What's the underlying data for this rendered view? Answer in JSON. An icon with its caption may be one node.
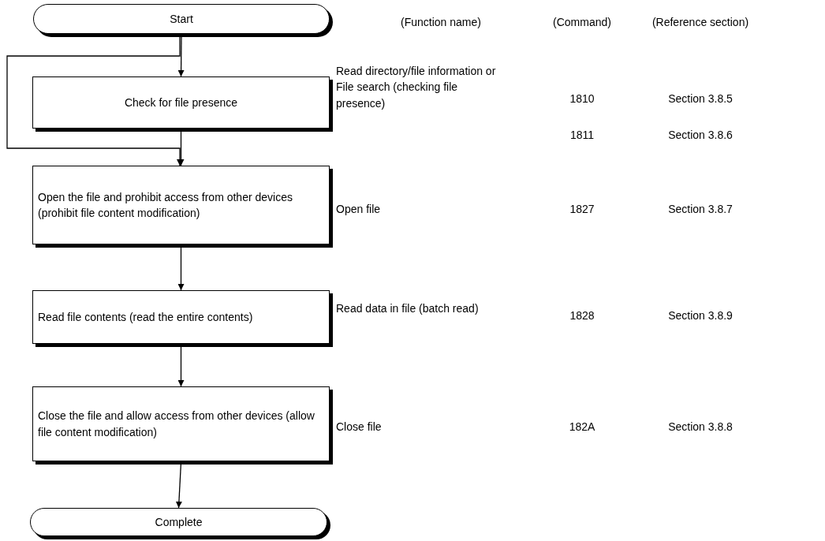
{
  "diagram": {
    "nodes": [
      {
        "text": [
          "Start"
        ]
      },
      {
        "text": [
          "Check for file presence"
        ]
      },
      {
        "text": [
          "Open the file and prohibit access from other devices (prohibit file content modification)"
        ]
      },
      {
        "text": [
          "Read file contents (read the entire contents)"
        ]
      },
      {
        "text": [
          "Close the file and allow access from other devices (allow file content modification)"
        ]
      },
      {
        "text": [
          "Complete"
        ]
      }
    ],
    "edges": [
      {
        "from": 0,
        "to": 1,
        "arrow": "to"
      },
      {
        "from": 0,
        "to": 2,
        "arrow": "to"
      },
      {
        "from": 1,
        "to": 2,
        "arrow": "to"
      },
      {
        "from": 2,
        "to": 3,
        "arrow": "to"
      },
      {
        "from": 3,
        "to": 4,
        "arrow": "to"
      },
      {
        "from": 4,
        "to": 5,
        "arrow": "to"
      }
    ],
    "labels": [
      "(Function name)",
      "(Command)",
      "(Reference section)",
      "Read directory/file information or File search (checking file presence)",
      "1810",
      "Section 3.8.5",
      "1811",
      "Section 3.8.6",
      "Open file",
      "1827",
      "Section 3.8.7",
      "Read data in file (batch read)",
      "1828",
      "Section 3.8.9",
      "Close file",
      "182A",
      "Section 3.8.8"
    ]
  }
}
